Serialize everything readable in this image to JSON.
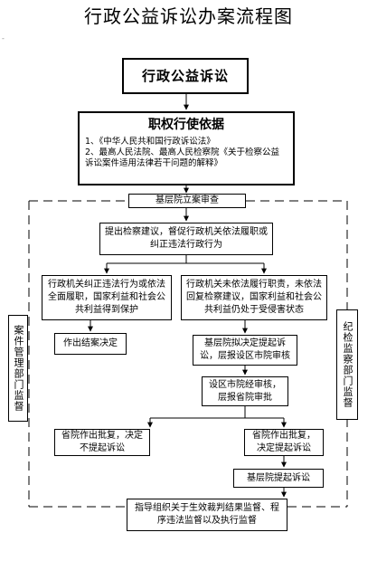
{
  "title": "行政公益诉讼办案流程图",
  "marker": "-",
  "nodes": {
    "start": "行政公益诉讼",
    "basis_heading": "职权行使依据",
    "basis_item_1": "1、《中华人民共和国行政诉讼法》",
    "basis_item_2": "2、最高人民法院、最高人民检察院《关于检察公益诉讼案件适用法律若干问题的解释》",
    "filing_review": "基层院立案审查",
    "prosecutorial_suggestion": "提出检察建议，督促行政机关依法履职或纠正违法行政行为",
    "agency_corrected": "行政机关纠正违法行为或依法全面履职，国家利益和社会公共利益得到保护",
    "agency_failed": "行政机关未依法履行职责，未依法回复检察建议，国家利益和社会公共利益仍处于受侵害状态",
    "close_case": "作出结案决定",
    "propose_litigation": "基层院拟决定提起诉讼，层报设区市院审核",
    "city_review": "设区市院经审核，层报省院审批",
    "province_no_sue": "省院作出批复，决定不提起诉讼",
    "province_sue": "省院作出批复，决定提起诉讼",
    "file_lawsuit": "基层院提起诉讼",
    "supervision_guidance": "指导组织关于生效裁判结果监督、程序违法监督以及执行监督",
    "case_management_supervision": "案件管理部门监督",
    "discipline_supervision": "纪检监察部门监督"
  },
  "colors": {
    "line": "#000000",
    "background": "#ffffff"
  }
}
